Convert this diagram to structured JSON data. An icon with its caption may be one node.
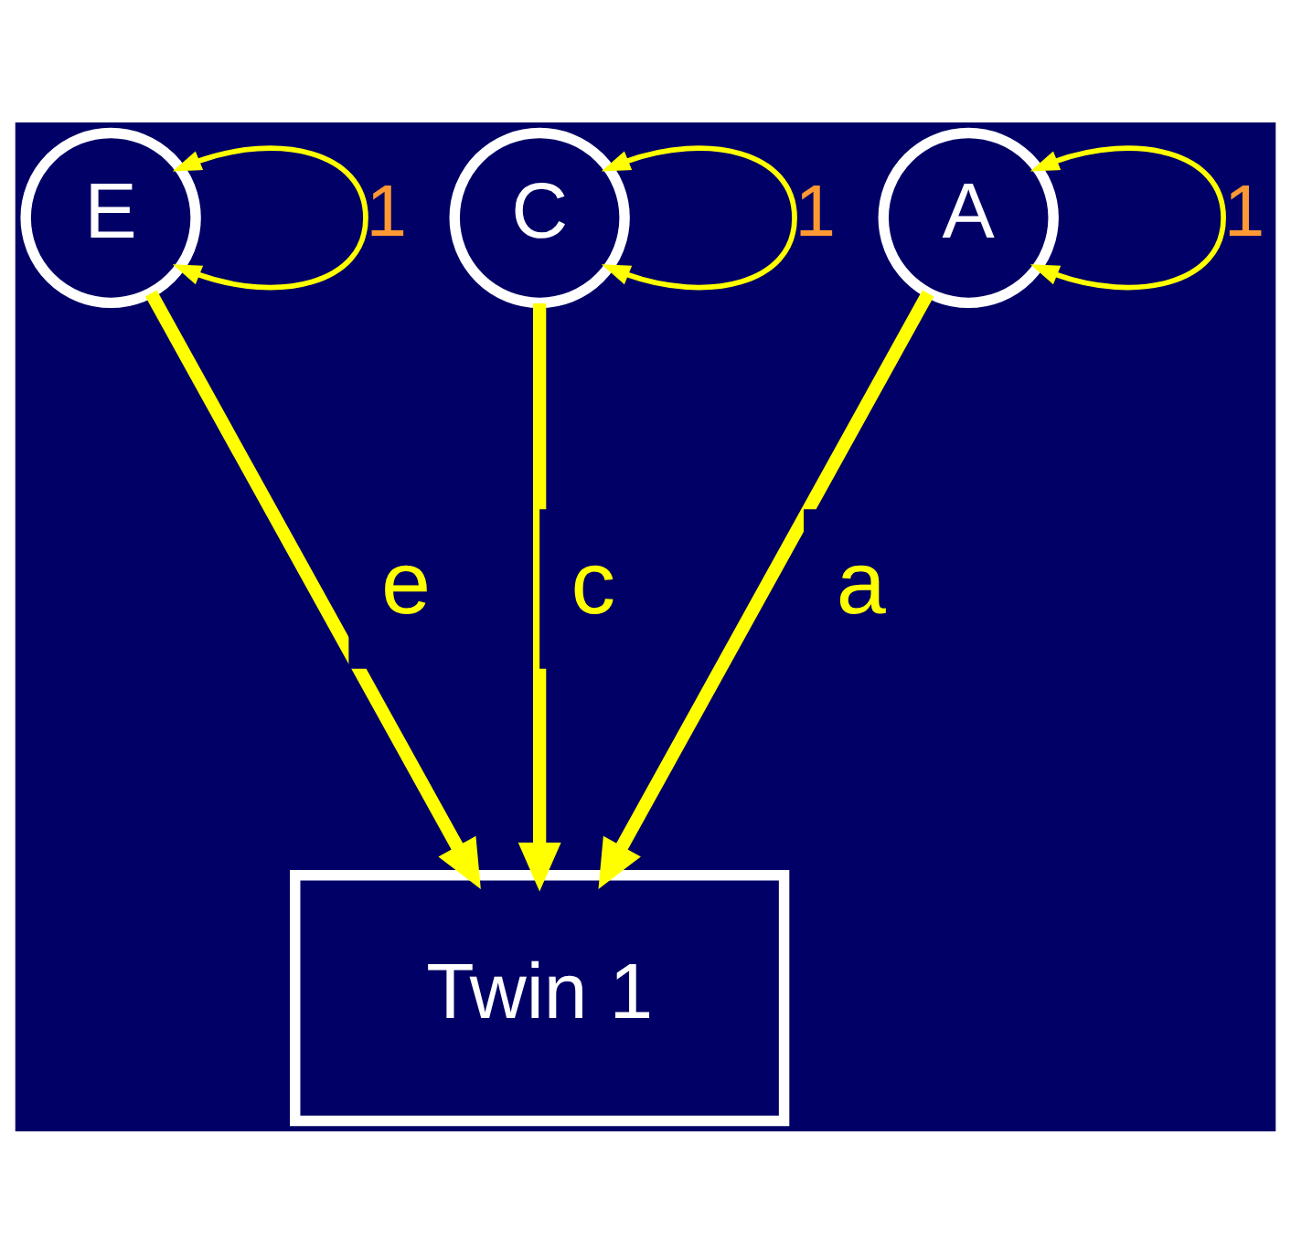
{
  "diagram": {
    "nodes": [
      {
        "text": [
          "E"
        ]
      },
      {
        "text": [
          "C"
        ]
      },
      {
        "text": [
          "A"
        ]
      },
      {
        "text": [
          "Twin 1"
        ]
      }
    ],
    "edges": [
      {
        "from": 0,
        "to": 0,
        "arrow": "both",
        "label": "1"
      },
      {
        "from": 1,
        "to": 1,
        "arrow": "both",
        "label": "1"
      },
      {
        "from": 2,
        "to": 2,
        "arrow": "both",
        "label": "1"
      },
      {
        "from": 0,
        "to": 3,
        "arrow": "to",
        "label": "e",
        "style": "thick"
      },
      {
        "from": 1,
        "to": 3,
        "arrow": "to",
        "label": "c",
        "style": "thick"
      },
      {
        "from": 2,
        "to": 3,
        "arrow": "to",
        "label": "a",
        "style": "thick"
      }
    ]
  }
}
